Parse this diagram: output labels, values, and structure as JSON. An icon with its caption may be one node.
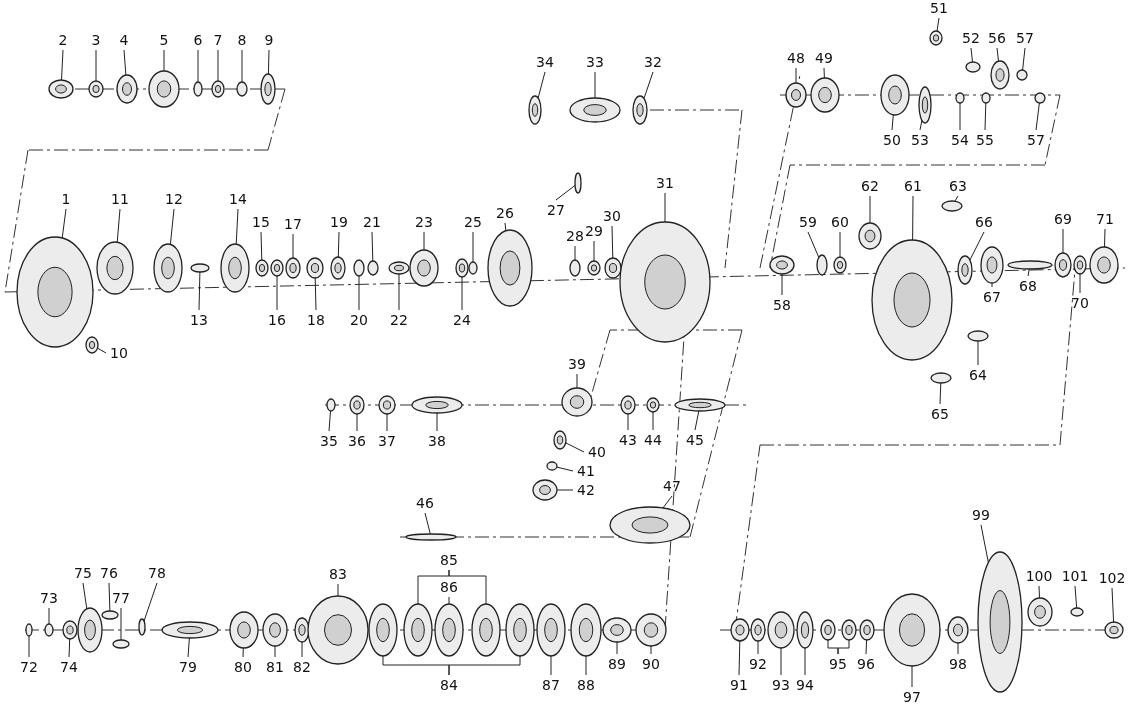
{
  "diagram": {
    "nodes": [
      {
        "text": [
          "1"
        ]
      },
      {
        "text": [
          "2"
        ]
      },
      {
        "text": [
          "3"
        ]
      },
      {
        "text": [
          "4"
        ]
      },
      {
        "text": [
          "5"
        ]
      },
      {
        "text": [
          "6"
        ]
      },
      {
        "text": [
          "7"
        ]
      },
      {
        "text": [
          "8"
        ]
      },
      {
        "text": [
          "9"
        ]
      },
      {
        "text": [
          "10"
        ]
      },
      {
        "text": [
          "11"
        ]
      },
      {
        "text": [
          "12"
        ]
      },
      {
        "text": [
          "13"
        ]
      },
      {
        "text": [
          "14"
        ]
      },
      {
        "text": [
          "15"
        ]
      },
      {
        "text": [
          "16"
        ]
      },
      {
        "text": [
          "17"
        ]
      },
      {
        "text": [
          "18"
        ]
      },
      {
        "text": [
          "19"
        ]
      },
      {
        "text": [
          "20"
        ]
      },
      {
        "text": [
          "21"
        ]
      },
      {
        "text": [
          "22"
        ]
      },
      {
        "text": [
          "23"
        ]
      },
      {
        "text": [
          "24"
        ]
      },
      {
        "text": [
          "25"
        ]
      },
      {
        "text": [
          "26"
        ]
      },
      {
        "text": [
          "27"
        ]
      },
      {
        "text": [
          "28"
        ]
      },
      {
        "text": [
          "29"
        ]
      },
      {
        "text": [
          "30"
        ]
      },
      {
        "text": [
          "31"
        ]
      },
      {
        "text": [
          "32"
        ]
      },
      {
        "text": [
          "33"
        ]
      },
      {
        "text": [
          "34"
        ]
      },
      {
        "text": [
          "35"
        ]
      },
      {
        "text": [
          "36"
        ]
      },
      {
        "text": [
          "37"
        ]
      },
      {
        "text": [
          "38"
        ]
      },
      {
        "text": [
          "39"
        ]
      },
      {
        "text": [
          "40"
        ]
      },
      {
        "text": [
          "41"
        ]
      },
      {
        "text": [
          "42"
        ]
      },
      {
        "text": [
          "43"
        ]
      },
      {
        "text": [
          "44"
        ]
      },
      {
        "text": [
          "45"
        ]
      },
      {
        "text": [
          "46"
        ]
      },
      {
        "text": [
          "47"
        ]
      },
      {
        "text": [
          "48"
        ]
      },
      {
        "text": [
          "49"
        ]
      },
      {
        "text": [
          "50"
        ]
      },
      {
        "text": [
          "51"
        ]
      },
      {
        "text": [
          "52"
        ]
      },
      {
        "text": [
          "53"
        ]
      },
      {
        "text": [
          "54"
        ]
      },
      {
        "text": [
          "55"
        ]
      },
      {
        "text": [
          "56"
        ]
      },
      {
        "text": [
          "57"
        ]
      },
      {
        "text": [
          "57"
        ]
      },
      {
        "text": [
          "58"
        ]
      },
      {
        "text": [
          "59"
        ]
      },
      {
        "text": [
          "60"
        ]
      },
      {
        "text": [
          "61"
        ]
      },
      {
        "text": [
          "62"
        ]
      },
      {
        "text": [
          "63"
        ]
      },
      {
        "text": [
          "64"
        ]
      },
      {
        "text": [
          "65"
        ]
      },
      {
        "text": [
          "66"
        ]
      },
      {
        "text": [
          "67"
        ]
      },
      {
        "text": [
          "68"
        ]
      },
      {
        "text": [
          "69"
        ]
      },
      {
        "text": [
          "70"
        ]
      },
      {
        "text": [
          "71"
        ]
      },
      {
        "text": [
          "72"
        ]
      },
      {
        "text": [
          "73"
        ]
      },
      {
        "text": [
          "74"
        ]
      },
      {
        "text": [
          "75"
        ]
      },
      {
        "text": [
          "76"
        ]
      },
      {
        "text": [
          "77"
        ]
      },
      {
        "text": [
          "78"
        ]
      },
      {
        "text": [
          "79"
        ]
      },
      {
        "text": [
          "80"
        ]
      },
      {
        "text": [
          "81"
        ]
      },
      {
        "text": [
          "82"
        ]
      },
      {
        "text": [
          "83"
        ]
      },
      {
        "text": [
          "84"
        ]
      },
      {
        "text": [
          "85"
        ]
      },
      {
        "text": [
          "86"
        ]
      },
      {
        "text": [
          "87"
        ]
      },
      {
        "text": [
          "88"
        ]
      },
      {
        "text": [
          "89"
        ]
      },
      {
        "text": [
          "90"
        ]
      },
      {
        "text": [
          "91"
        ]
      },
      {
        "text": [
          "92"
        ]
      },
      {
        "text": [
          "93"
        ]
      },
      {
        "text": [
          "94"
        ]
      },
      {
        "text": [
          "95"
        ]
      },
      {
        "text": [
          "96"
        ]
      },
      {
        "text": [
          "97"
        ]
      },
      {
        "text": [
          "98"
        ]
      },
      {
        "text": [
          "99"
        ]
      },
      {
        "text": [
          "100"
        ]
      },
      {
        "text": [
          "101"
        ]
      },
      {
        "text": [
          "102"
        ]
      },
      {
        "text": [],
        "shape": "circle"
      },
      {
        "text": [],
        "shape": "circle"
      },
      {
        "text": [],
        "shape": "circle"
      },
      {
        "text": [],
        "shape": "circle"
      },
      {
        "text": [],
        "shape": "circle"
      },
      {
        "text": [],
        "shape": "circle"
      },
      {
        "text": [],
        "shape": "circle"
      },
      {
        "text": [],
        "shape": "circle"
      },
      {
        "text": [],
        "shape": "circle"
      },
      {
        "text": [],
        "shape": "circle"
      },
      {
        "text": [],
        "shape": "circle"
      },
      {
        "text": [],
        "shape": "circle"
      },
      {
        "text": [],
        "shape": "circle"
      },
      {
        "text": [],
        "shape": "circle"
      },
      {
        "text": [],
        "shape": "circle"
      },
      {
        "text": [],
        "shape": "circle"
      },
      {
        "text": [],
        "shape": "circle"
      },
      {
        "text": [],
        "shape": "circle"
      },
      {
        "text": [],
        "shape": "circle"
      },
      {
        "text": [],
        "shape": "circle"
      },
      {
        "text": [],
        "shape": "circle"
      },
      {
        "text": [],
        "shape": "circle"
      },
      {
        "text": [],
        "shape": "circle"
      },
      {
        "text": [],
        "shape": "circle"
      },
      {
        "text": [],
        "shape": "circle"
      },
      {
        "text": [],
        "shape": "circle"
      },
      {
        "text": [],
        "shape": "circle"
      },
      {
        "text": [],
        "shape": "circle"
      },
      {
        "text": [],
        "shape": "circle"
      },
      {
        "text": [],
        "shape": "circle"
      },
      {
        "text": [],
        "shape": "circle"
      },
      {
        "text": [],
        "shape": "circle"
      },
      {
        "text": [],
        "shape": "circle"
      },
      {
        "text": [],
        "shape": "circle"
      },
      {
        "text": [],
        "shape": "circle"
      },
      {
        "text": [],
        "shape": "circle"
      },
      {
        "text": [],
        "shape": "circle"
      },
      {
        "text": [],
        "shape": "circle"
      },
      {
        "text": [],
        "shape": "circle"
      },
      {
        "text": [],
        "shape": "circle"
      },
      {
        "text": [],
        "shape": "circle"
      },
      {
        "text": [],
        "shape": "circle"
      },
      {
        "text": [],
        "shape": "circle"
      },
      {
        "text": [],
        "shape": "circle"
      },
      {
        "text": [],
        "shape": "circle"
      },
      {
        "text": [],
        "shape": "circle"
      },
      {
        "text": [],
        "shape": "circle"
      },
      {
        "text": [],
        "shape": "circle"
      },
      {
        "text": [],
        "shape": "circle"
      },
      {
        "text": [],
        "shape": "circle"
      },
      {
        "text": [],
        "shape": "circle"
      },
      {
        "text": [],
        "shape": "circle"
      },
      {
        "text": [],
        "shape": "circle"
      },
      {
        "text": [],
        "shape": "circle"
      },
      {
        "text": [],
        "shape": "circle"
      },
      {
        "text": [],
        "shape": "circle"
      },
      {
        "text": [],
        "shape": "circle"
      },
      {
        "text": [],
        "shape": "circle"
      },
      {
        "text": [],
        "shape": "circle"
      },
      {
        "text": [],
        "shape": "circle"
      },
      {
        "text": [],
        "shape": "circle"
      },
      {
        "text": [],
        "shape": "circle"
      },
      {
        "text": [],
        "shape": "circle"
      },
      {
        "text": [],
        "shape": "circle"
      },
      {
        "text": [],
        "shape": "circle"
      },
      {
        "text": [],
        "shape": "circle"
      },
      {
        "text": [],
        "shape": "circle"
      },
      {
        "text": [],
        "shape": "circle"
      },
      {
        "text": [],
        "shape": "circle"
      },
      {
        "text": [],
        "shape": "circle"
      },
      {
        "text": [],
        "shape": "circle"
      },
      {
        "text": [],
        "shape": "circle"
      },
      {
        "text": [],
        "shape": "circle"
      },
      {
        "text": [],
        "shape": "circle"
      },
      {
        "text": [],
        "shape": "circle"
      },
      {
        "text": [],
        "shape": "circle"
      },
      {
        "text": [],
        "shape": "circle"
      },
      {
        "text": [],
        "shape": "circle"
      },
      {
        "text": [],
        "shape": "circle"
      },
      {
        "text": [],
        "shape": "circle"
      },
      {
        "text": [],
        "shape": "circle"
      },
      {
        "text": [],
        "shape": "circle"
      },
      {
        "text": [],
        "shape": "circle"
      },
      {
        "text": [],
        "shape": "circle"
      },
      {
        "text": [],
        "shape": "circle"
      },
      {
        "text": [],
        "shape": "circle"
      },
      {
        "text": [],
        "shape": "circle"
      },
      {
        "text": [],
        "shape": "circle"
      },
      {
        "text": [],
        "shape": "circle"
      },
      {
        "text": [],
        "shape": "circle"
      },
      {
        "text": [],
        "shape": "circle"
      },
      {
        "text": [],
        "shape": "circle"
      },
      {
        "text": [],
        "shape": "circle"
      },
      {
        "text": [],
        "shape": "circle"
      },
      {
        "text": [],
        "shape": "circle"
      },
      {
        "text": [],
        "shape": "circle"
      },
      {
        "text": [],
        "shape": "circle"
      },
      {
        "text": [],
        "shape": "circle"
      },
      {
        "text": [],
        "shape": "circle"
      },
      {
        "text": [],
        "shape": "circle"
      },
      {
        "text": [],
        "shape": "circle"
      },
      {
        "text": [],
        "shape": "circle"
      },
      {
        "text": [],
        "shape": "circle"
      },
      {
        "text": [],
        "shape": "circle"
      },
      {
        "text": [],
        "shape": "circle"
      },
      {
        "text": [],
        "shape": "circle"
      }
    ],
    "edges": [
      {
        "from": 0,
        "to": 103,
        "arrow": "none"
      },
      {
        "from": 1,
        "to": 104,
        "arrow": "none"
      },
      {
        "from": 2,
        "to": 105,
        "arrow": "none"
      },
      {
        "from": 3,
        "to": 106,
        "arrow": "none"
      },
      {
        "from": 4,
        "to": 107,
        "arrow": "none"
      },
      {
        "from": 5,
        "to": 108,
        "arrow": "none"
      },
      {
        "from": 6,
        "to": 109,
        "arrow": "none"
      },
      {
        "from": 7,
        "to": 110,
        "arrow": "none"
      },
      {
        "from": 8,
        "to": 111,
        "arrow": "none"
      },
      {
        "from": 9,
        "to": 112,
        "arrow": "none"
      },
      {
        "from": 10,
        "to": 113,
        "arrow": "none"
      },
      {
        "from": 11,
        "to": 114,
        "arrow": "none"
      },
      {
        "from": 12,
        "to": 115,
        "arrow": "none"
      },
      {
        "from": 13,
        "to": 116,
        "arrow": "none"
      },
      {
        "from": 14,
        "to": 117,
        "arrow": "none"
      },
      {
        "from": 15,
        "to": 118,
        "arrow": "none"
      },
      {
        "from": 16,
        "to": 119,
        "arrow": "none"
      },
      {
        "from": 17,
        "to": 120,
        "arrow": "none"
      },
      {
        "from": 18,
        "to": 121,
        "arrow": "none"
      },
      {
        "from": 19,
        "to": 122,
        "arrow": "none"
      },
      {
        "from": 20,
        "to": 123,
        "arrow": "none"
      },
      {
        "from": 21,
        "to": 124,
        "arrow": "none"
      },
      {
        "from": 22,
        "to": 125,
        "arrow": "none"
      },
      {
        "from": 23,
        "to": 126,
        "arrow": "none"
      },
      {
        "from": 24,
        "to": 127,
        "arrow": "none"
      },
      {
        "from": 25,
        "to": 128,
        "arrow": "none"
      },
      {
        "from": 26,
        "to": 129,
        "arrow": "none"
      },
      {
        "from": 27,
        "to": 130,
        "arrow": "none"
      },
      {
        "from": 28,
        "to": 131,
        "arrow": "none"
      },
      {
        "from": 29,
        "to": 132,
        "arrow": "none"
      },
      {
        "from": 30,
        "to": 133,
        "arrow": "none"
      },
      {
        "from": 31,
        "to": 134,
        "arrow": "none"
      },
      {
        "from": 32,
        "to": 135,
        "arrow": "none"
      },
      {
        "from": 33,
        "to": 136,
        "arrow": "none"
      },
      {
        "from": 34,
        "to": 137,
        "arrow": "none"
      },
      {
        "from": 35,
        "to": 138,
        "arrow": "none"
      },
      {
        "from": 36,
        "to": 139,
        "arrow": "none"
      },
      {
        "from": 37,
        "to": 140,
        "arrow": "none"
      },
      {
        "from": 38,
        "to": 141,
        "arrow": "none"
      },
      {
        "from": 39,
        "to": 142,
        "arrow": "none"
      },
      {
        "from": 40,
        "to": 143,
        "arrow": "none"
      },
      {
        "from": 41,
        "to": 144,
        "arrow": "none"
      },
      {
        "from": 42,
        "to": 145,
        "arrow": "none"
      },
      {
        "from": 43,
        "to": 146,
        "arrow": "none"
      },
      {
        "from": 44,
        "to": 147,
        "arrow": "none"
      },
      {
        "from": 45,
        "to": 148,
        "arrow": "none"
      },
      {
        "from": 46,
        "to": 149,
        "arrow": "none"
      },
      {
        "from": 47,
        "to": 150,
        "arrow": "none"
      },
      {
        "from": 48,
        "to": 151,
        "arrow": "none"
      },
      {
        "from": 49,
        "to": 152,
        "arrow": "none"
      },
      {
        "from": 50,
        "to": 153,
        "arrow": "none"
      },
      {
        "from": 51,
        "to": 154,
        "arrow": "none"
      },
      {
        "from": 52,
        "to": 155,
        "arrow": "none"
      },
      {
        "from": 53,
        "to": 156,
        "arrow": "none"
      },
      {
        "from": 54,
        "to": 157,
        "arrow": "none"
      },
      {
        "from": 55,
        "to": 158,
        "arrow": "none"
      },
      {
        "from": 56,
        "to": 159,
        "arrow": "none"
      },
      {
        "from": 57,
        "to": 160,
        "arrow": "none"
      },
      {
        "from": 58,
        "to": 161,
        "arrow": "none"
      },
      {
        "from": 59,
        "to": 162,
        "arrow": "none"
      },
      {
        "from": 60,
        "to": 163,
        "arrow": "none"
      },
      {
        "from": 61,
        "to": 164,
        "arrow": "none"
      },
      {
        "from": 62,
        "to": 165,
        "arrow": "none"
      },
      {
        "from": 63,
        "to": 166,
        "arrow": "none"
      },
      {
        "from": 64,
        "to": 167,
        "arrow": "none"
      },
      {
        "from": 65,
        "to": 168,
        "arrow": "none"
      },
      {
        "from": 66,
        "to": 169,
        "arrow": "none"
      },
      {
        "from": 67,
        "to": 170,
        "arrow": "none"
      },
      {
        "from": 68,
        "to": 171,
        "arrow": "none"
      },
      {
        "from": 69,
        "to": 172,
        "arrow": "none"
      },
      {
        "from": 70,
        "to": 173,
        "arrow": "none"
      },
      {
        "from": 71,
        "to": 174,
        "arrow": "none"
      },
      {
        "from": 72,
        "to": 175,
        "arrow": "none"
      },
      {
        "from": 73,
        "to": 176,
        "arrow": "none"
      },
      {
        "from": 74,
        "to": 177,
        "arrow": "none"
      },
      {
        "from": 75,
        "to": 178,
        "arrow": "none"
      },
      {
        "from": 76,
        "to": 179,
        "arrow": "none"
      },
      {
        "from": 77,
        "to": 180,
        "arrow": "none"
      },
      {
        "from": 78,
        "to": 181,
        "arrow": "none"
      },
      {
        "from": 79,
        "to": 182,
        "arrow": "none"
      },
      {
        "from": 80,
        "to": 183,
        "arrow": "none"
      },
      {
        "from": 81,
        "to": 184,
        "arrow": "none"
      },
      {
        "from": 82,
        "to": 185,
        "arrow": "none"
      },
      {
        "from": 83,
        "to": 186,
        "arrow": "none"
      },
      {
        "from": 84,
        "to": 187,
        "arrow": "none"
      },
      {
        "from": 84,
        "to": 188,
        "arrow": "none"
      },
      {
        "from": 85,
        "to": 189,
        "arrow": "none"
      },
      {
        "from": 85,
        "to": 190,
        "arrow": "none"
      },
      {
        "from": 86,
        "to": 191,
        "arrow": "none"
      },
      {
        "from": 87,
        "to": 192,
        "arrow": "none"
      },
      {
        "from": 88,
        "to": 193,
        "arrow": "none"
      },
      {
        "from": 89,
        "to": 194,
        "arrow": "none"
      },
      {
        "from": 90,
        "to": 195,
        "arrow": "none"
      },
      {
        "from": 91,
        "to": 196,
        "arrow": "none"
      },
      {
        "from": 92,
        "to": 197,
        "arrow": "none"
      },
      {
        "from": 93,
        "to": 198,
        "arrow": "none"
      },
      {
        "from": 94,
        "to": 199,
        "arrow": "none"
      },
      {
        "from": 95,
        "to": 200,
        "arrow": "none"
      },
      {
        "from": 95,
        "to": 201,
        "arrow": "none"
      },
      {
        "from": 96,
        "to": 202,
        "arrow": "none"
      },
      {
        "from": 97,
        "to": 203,
        "arrow": "none"
      },
      {
        "from": 98,
        "to": 204,
        "arrow": "none"
      },
      {
        "from": 99,
        "to": 205,
        "arrow": "none"
      },
      {
        "from": 100,
        "to": 206,
        "arrow": "none"
      },
      {
        "from": 101,
        "to": 207,
        "arrow": "none"
      },
      {
        "from": 102,
        "to": 208,
        "arrow": "none"
      }
    ]
  }
}
